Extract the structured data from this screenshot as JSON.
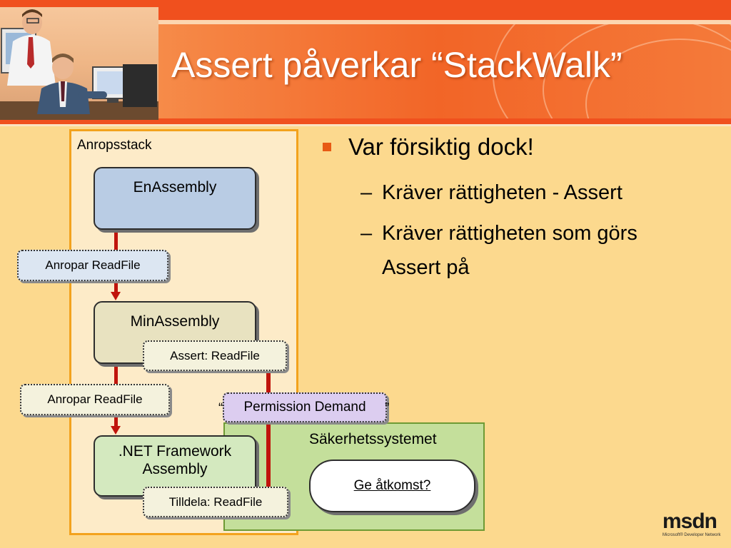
{
  "slide": {
    "title": "Assert påverkar “StackWalk”"
  },
  "diagram": {
    "stack_label": "Anropsstack",
    "security_label": "Säkerhetssystemet",
    "assemblies": {
      "top": "EnAssembly",
      "middle": "MinAssembly",
      "bottom_line1": ".NET Framework",
      "bottom_line2": "Assembly"
    },
    "callouts": {
      "call_upper": "Anropar ReadFile",
      "call_lower": "Anropar ReadFile",
      "assert": "Assert: ReadFile",
      "grant": "Tilldela: ReadFile",
      "permission_demand": "Permission Demand",
      "quote_open": "“",
      "quote_close": "”"
    },
    "access_button": "Ge åtkomst?"
  },
  "bullets": {
    "main": "Var försiktig dock!",
    "sub1": {
      "dash": "–",
      "text": "Kräver rättigheten - Assert"
    },
    "sub2": {
      "dash": "–",
      "line1": "Kräver rättigheten som görs",
      "line2": "Assert på"
    }
  },
  "logo": {
    "word": "msdn",
    "tagline": "Microsoft® Developer Network"
  },
  "colors": {
    "background": "#FCD98E",
    "header_orange": "#F0501E",
    "connector_red": "#C0140C",
    "stack_border": "#F3A21D",
    "security_fill": "#C4DF9B"
  }
}
